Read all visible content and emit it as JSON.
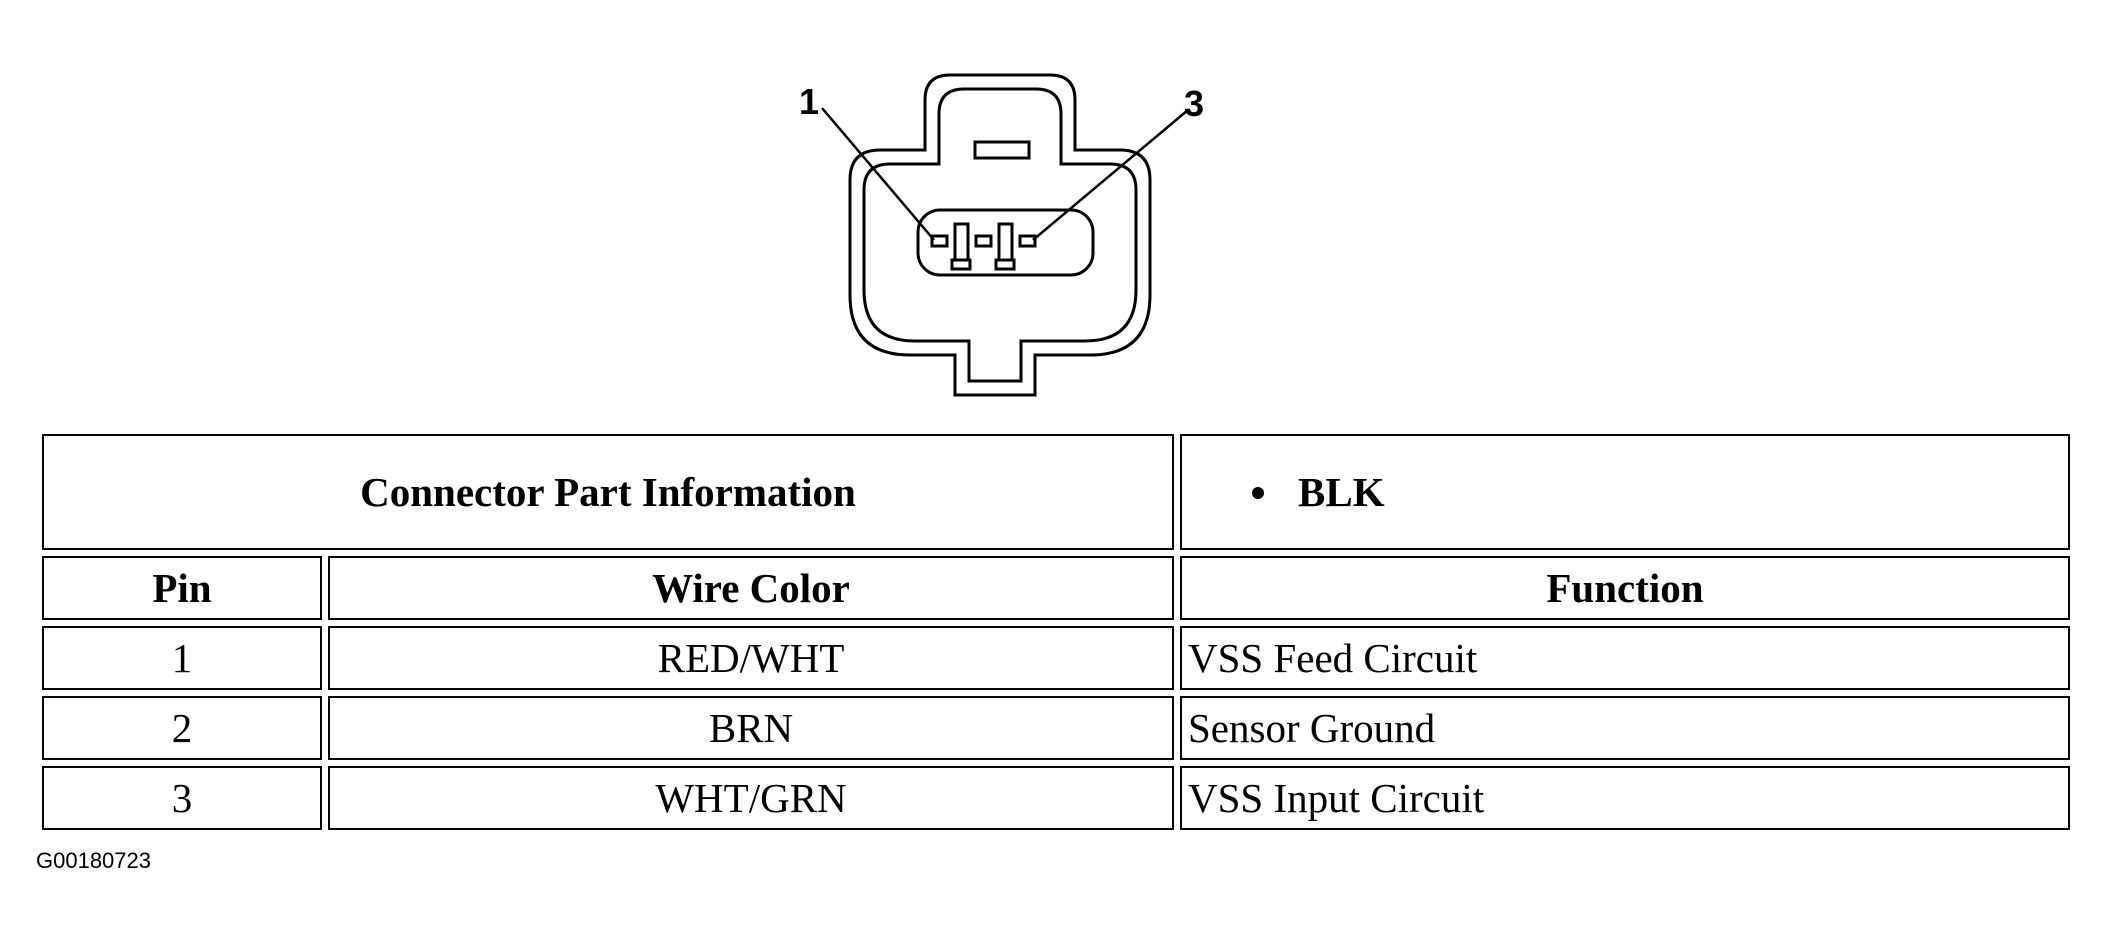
{
  "diagram": {
    "callouts": [
      "1",
      "3"
    ]
  },
  "table": {
    "connector_label": "Connector Part Information",
    "connector_color": "BLK",
    "headers": {
      "pin": "Pin",
      "wire_color": "Wire Color",
      "function": "Function"
    },
    "rows": [
      {
        "pin": "1",
        "wire_color": "RED/WHT",
        "function": "VSS Feed Circuit"
      },
      {
        "pin": "2",
        "wire_color": "BRN",
        "function": "Sensor Ground"
      },
      {
        "pin": "3",
        "wire_color": "WHT/GRN",
        "function": "VSS Input Circuit"
      }
    ]
  },
  "figure_id": "G00180723"
}
